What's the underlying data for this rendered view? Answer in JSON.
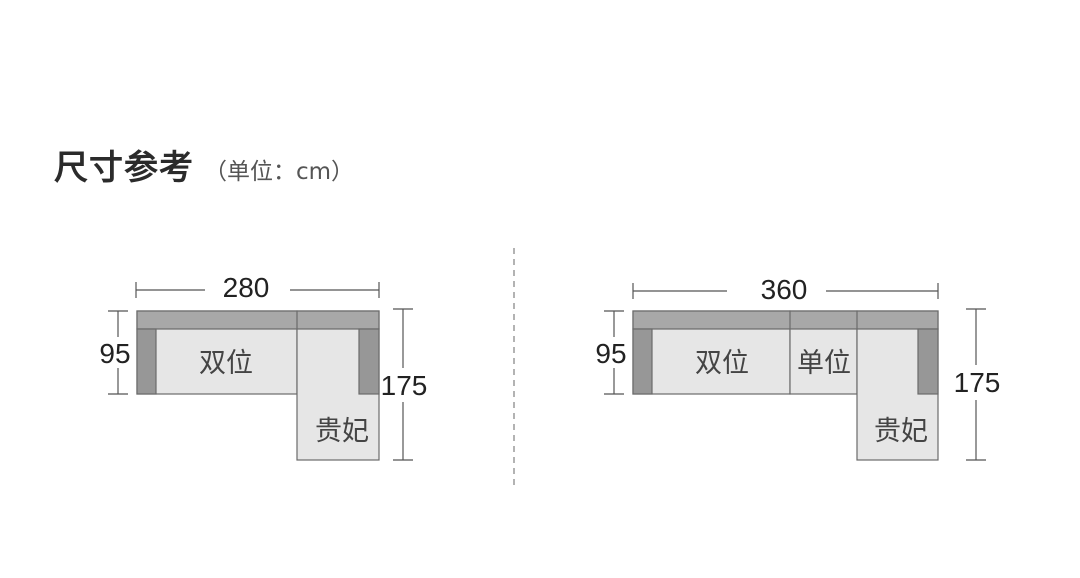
{
  "header": {
    "title": "尺寸参考",
    "unit_note": "（单位：cm）"
  },
  "diagrams": [
    {
      "width_label": "280",
      "depth_label": "95",
      "chaise_depth_label": "175",
      "seats": [
        "双位",
        "贵妃"
      ]
    },
    {
      "width_label": "360",
      "depth_label": "95",
      "chaise_depth_label": "175",
      "seats": [
        "双位",
        "单位",
        "贵妃"
      ]
    }
  ],
  "colors": {
    "back": "#a8a8a8",
    "arm": "#979797",
    "seat": "#e6e6e6",
    "line": "#555555"
  }
}
